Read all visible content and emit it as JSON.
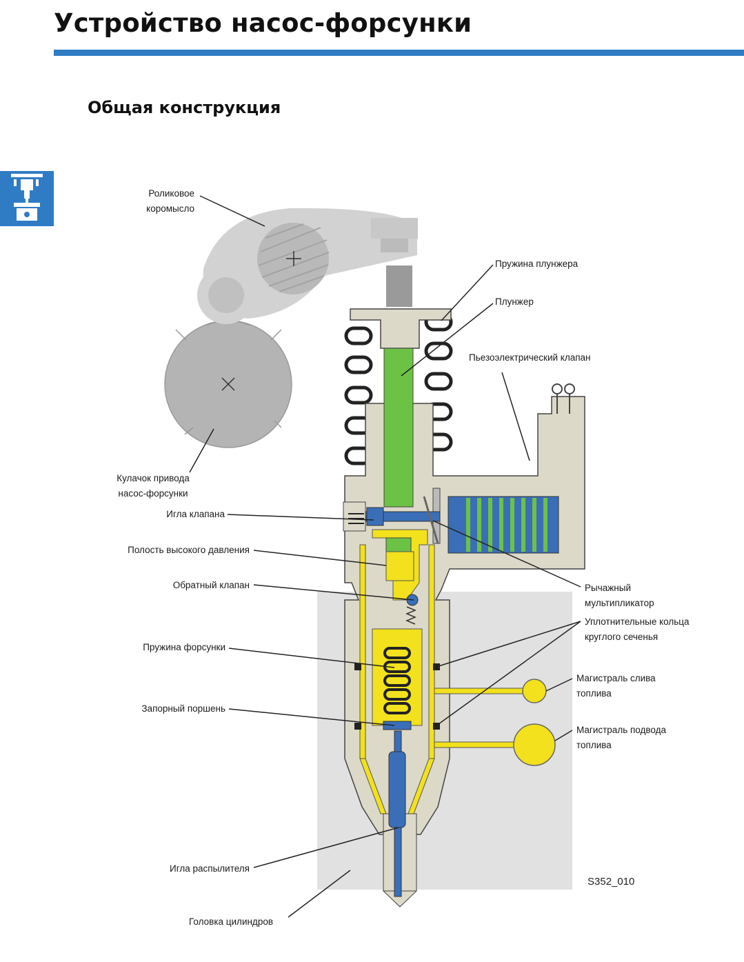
{
  "header": {
    "title": "Устройство насос-форсунки",
    "subtitle": "Общая конструкция"
  },
  "figure": {
    "code": "S352_010",
    "labels": {
      "roller_rocker": "Роликовое\nкоромысло",
      "plunger_spring": "Пружина плунжера",
      "plunger": "Плунжер",
      "piezo_valve": "Пьезоэлектрический клапан",
      "cam": "Кулачок привода\nнасос-форсунки",
      "valve_needle": "Игла клапана",
      "high_pressure_chamber": "Полость высокого давления",
      "lever_multiplier": "Рычажный\nмультипликатор",
      "check_valve": "Обратный клапан",
      "o_rings": "Уплотнительные кольца\nкруглого сеченья",
      "injector_spring": "Пружина форсунки",
      "fuel_return": "Магистраль слива\nтоплива",
      "shutoff_piston": "Запорный поршень",
      "fuel_supply": "Магистраль подвода\nтоплива",
      "nozzle_needle": "Игла распылителя",
      "cylinder_head": "Головка цилиндров"
    }
  },
  "colors": {
    "accent_blue": "#2f7cc4",
    "body_beige": "#ddd9c9",
    "fuel_yellow": "#f2e11c",
    "plunger_green": "#6cc244",
    "part_blue": "#3a6fb8",
    "cylinder_head_gray": "#e1e1e1",
    "rocker_gray": "#d2d2d2",
    "cam_gray": "#b4b4b4"
  }
}
